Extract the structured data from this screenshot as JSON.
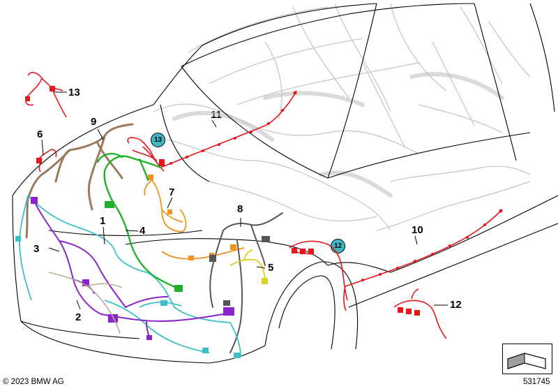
{
  "diagram": {
    "callouts": [
      {
        "id": "c1",
        "label": "1"
      },
      {
        "id": "c2",
        "label": "2"
      },
      {
        "id": "c3",
        "label": "3"
      },
      {
        "id": "c4",
        "label": "4"
      },
      {
        "id": "c5",
        "label": "5"
      },
      {
        "id": "c6",
        "label": "6"
      },
      {
        "id": "c7",
        "label": "7"
      },
      {
        "id": "c8",
        "label": "8"
      },
      {
        "id": "c9",
        "label": "9"
      },
      {
        "id": "c10",
        "label": "10"
      },
      {
        "id": "c11",
        "label": "11"
      },
      {
        "id": "c12",
        "label": "12"
      },
      {
        "id": "c13",
        "label": "13"
      }
    ],
    "bubbles": [
      {
        "id": "b13",
        "label": "13"
      },
      {
        "id": "b12",
        "label": "12"
      }
    ],
    "copyright": "© 2023 BMW AG",
    "diagram_number": "531745",
    "harness_colors": {
      "red": "#e3161b",
      "green": "#22b02a",
      "brown": "#9a7a5c",
      "orange": "#f0921e",
      "cyan": "#3bbfc9",
      "purple": "#8a23c9",
      "yellow": "#d9d21e",
      "dark_gray": "#555555",
      "tan": "#b7ad97",
      "body_outline": "#000000",
      "engine_gray": "#bdbdbd"
    },
    "icons": [
      "navigation-arrow-icon"
    ]
  }
}
